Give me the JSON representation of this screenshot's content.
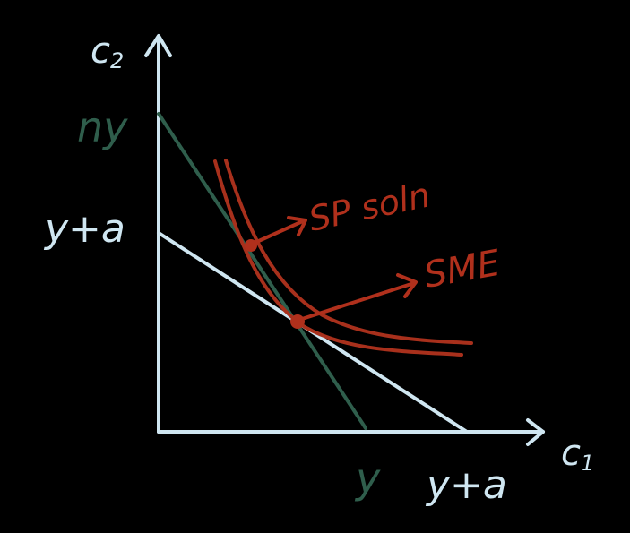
{
  "colors": {
    "background": "#000000",
    "axes": "#cfe6f1",
    "budget_line_light": "#cfe6f1",
    "budget_line_green": "#2f5e4c",
    "indifference_curves": "#a8301c",
    "annotation_red": "#b0301c"
  },
  "axes": {
    "y_label_main": "c",
    "y_label_sub": "2",
    "x_label_main": "c",
    "x_label_sub": "1"
  },
  "labels": {
    "ny": "ny",
    "y_plus_a_vertical": "y+a",
    "y_horizontal": "y",
    "y_plus_a_horizontal": "y+a",
    "sp_soln": "SP soln",
    "sme": "SME"
  }
}
